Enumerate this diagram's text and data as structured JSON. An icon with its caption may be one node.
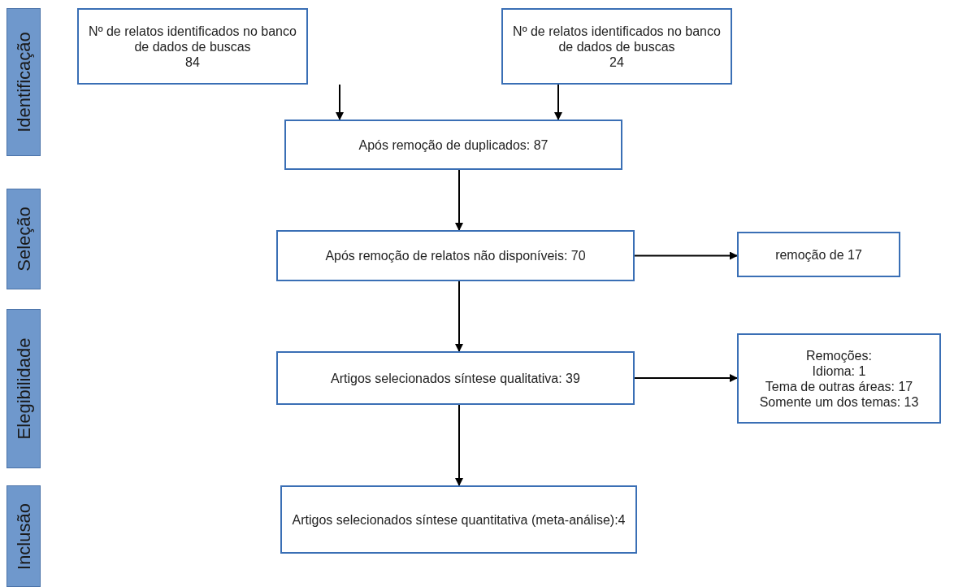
{
  "diagram": {
    "nodes": [
      {
        "text": [
          "Identificação"
        ]
      },
      {
        "text": [
          "Seleção"
        ]
      },
      {
        "text": [
          "Elegibilidade"
        ]
      },
      {
        "text": [
          "Inclusão"
        ]
      },
      {
        "text": [
          "Nº de relatos identificados no banco de dados de buscas",
          "84"
        ]
      },
      {
        "text": [
          "Nº de relatos identificados no banco de dados de buscas",
          "24"
        ]
      },
      {
        "text": [
          "Após remoção de duplicados: 87"
        ]
      },
      {
        "text": [
          "Após remoção de relatos não disponíveis: 70"
        ]
      },
      {
        "text": [
          "remoção de 17"
        ]
      },
      {
        "text": [
          "Artigos selecionados síntese qualitativa: 39"
        ]
      },
      {
        "text": [
          "Remoções:",
          "Idioma: 1",
          "Tema de outras áreas: 17",
          "Somente um dos temas: 13"
        ]
      },
      {
        "text": [
          "Artigos selecionados síntese quantitativa (meta-análise):4"
        ]
      }
    ],
    "edges": [
      {
        "from": 4,
        "to": 6,
        "arrow": "to"
      },
      {
        "from": 5,
        "to": 6,
        "arrow": "to"
      },
      {
        "from": 6,
        "to": 7,
        "arrow": "to"
      },
      {
        "from": 7,
        "to": 8,
        "arrow": "to"
      },
      {
        "from": 7,
        "to": 9,
        "arrow": "to"
      },
      {
        "from": 9,
        "to": 10,
        "arrow": "to"
      },
      {
        "from": 9,
        "to": 11,
        "arrow": "to"
      }
    ]
  }
}
